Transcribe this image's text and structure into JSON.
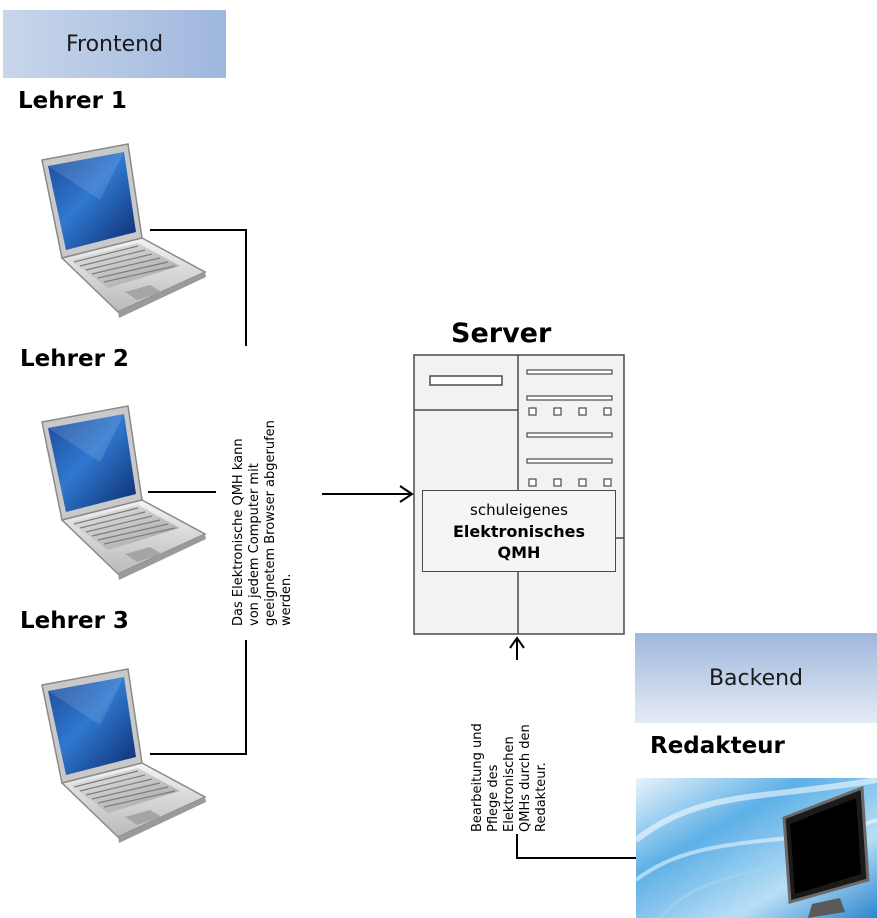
{
  "frontend": {
    "label": "Frontend",
    "users": [
      "Lehrer 1",
      "Lehrer 2",
      "Lehrer 3"
    ],
    "note_lines": [
      "Das Elektronische QMH kann",
      "von jedem Computer mit",
      "geeignetem Browser abgerufen",
      "werden."
    ]
  },
  "server": {
    "title": "Server",
    "box_line1": "schuleigenes",
    "box_line2": "Elektronisches",
    "box_line3": "QMH"
  },
  "backend": {
    "label": "Backend",
    "user": "Redakteur",
    "note_lines": [
      "Bearbeitung und",
      "Pflege des",
      "Elektronischen",
      "QMHs durch den",
      "Redakteur."
    ]
  },
  "icons": {
    "laptop": "laptop-icon",
    "monitor": "monitor-icon",
    "server": "server-icon"
  },
  "colors": {
    "tag_gradient_start": "#c9d6ea",
    "tag_gradient_end": "#9fb7de",
    "connector": "#000000",
    "server_fill": "#f2f2f2"
  }
}
